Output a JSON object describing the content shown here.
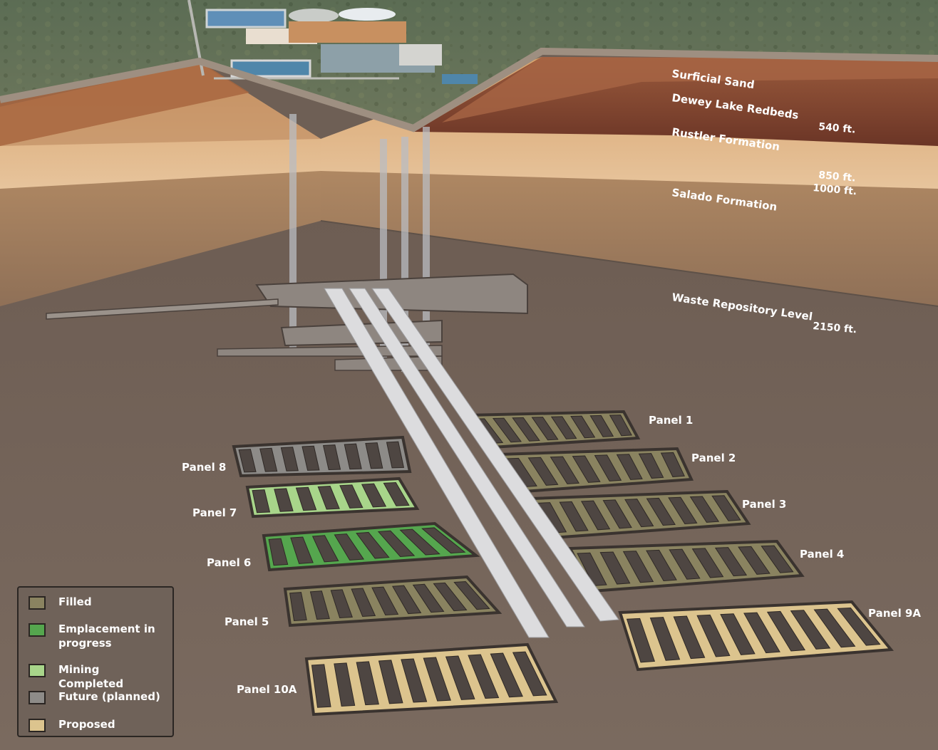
{
  "strata": [
    {
      "id": "surficial",
      "label": "Surficial Sand"
    },
    {
      "id": "dewey",
      "label": "Dewey Lake Redbeds"
    },
    {
      "id": "rustler",
      "label": "Rustler Formation"
    },
    {
      "id": "salado",
      "label": "Salado Formation"
    },
    {
      "id": "repository",
      "label": "Waste Repository Level"
    }
  ],
  "depths": [
    "540 ft.",
    "850 ft.",
    "1000 ft.",
    "2150 ft."
  ],
  "panels": [
    {
      "id": "p1",
      "label": "Panel 1",
      "status": "filled"
    },
    {
      "id": "p2",
      "label": "Panel 2",
      "status": "filled"
    },
    {
      "id": "p3",
      "label": "Panel 3",
      "status": "filled"
    },
    {
      "id": "p4",
      "label": "Panel 4",
      "status": "filled"
    },
    {
      "id": "p5",
      "label": "Panel 5",
      "status": "filled"
    },
    {
      "id": "p6",
      "label": "Panel 6",
      "status": "emplacement"
    },
    {
      "id": "p7",
      "label": "Panel 7",
      "status": "mining"
    },
    {
      "id": "p8",
      "label": "Panel 8",
      "status": "future"
    },
    {
      "id": "p9a",
      "label": "Panel 9A",
      "status": "proposed"
    },
    {
      "id": "p10a",
      "label": "Panel 10A",
      "status": "proposed"
    }
  ],
  "legend": [
    {
      "key": "filled",
      "label": "Filled",
      "color": "#8a8360"
    },
    {
      "key": "emplacement",
      "label": "Emplacement in progress",
      "color": "#55a64e"
    },
    {
      "key": "mining",
      "label": "Mining Completed",
      "color": "#a8d58a"
    },
    {
      "key": "future",
      "label": "Future (planned)",
      "color": "#8d8b88"
    },
    {
      "key": "proposed",
      "label": "Proposed",
      "color": "#dcc48e"
    }
  ],
  "colors": {
    "filled": "#8a8360",
    "emplacement": "#55a64e",
    "mining": "#a8d58a",
    "future": "#8d8b88",
    "proposed": "#dcc48e",
    "room": "#4e4642",
    "drift": "#d9d9db",
    "ground": "#6f5f56",
    "sky_terrain": "#5f6e56"
  }
}
